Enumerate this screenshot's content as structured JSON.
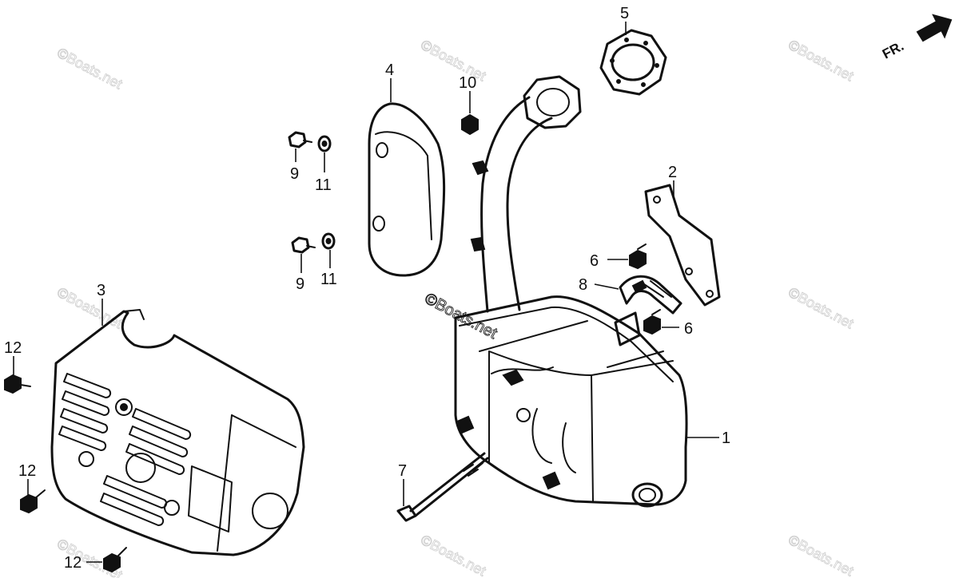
{
  "callouts": {
    "c1": "1",
    "c2": "2",
    "c3": "3",
    "c4": "4",
    "c5": "5",
    "c6a": "6",
    "c6b": "6",
    "c7": "7",
    "c8": "8",
    "c9a": "9",
    "c9b": "9",
    "c10": "10",
    "c11a": "11",
    "c11b": "11",
    "c12a": "12",
    "c12b": "12",
    "c12c": "12"
  },
  "direction": {
    "label": "FR.",
    "icon": "front-direction-arrow-icon"
  },
  "watermark": "©Boats.net",
  "colors": {
    "line": "#111111",
    "background": "#ffffff",
    "watermark": "#cfcfcf"
  }
}
